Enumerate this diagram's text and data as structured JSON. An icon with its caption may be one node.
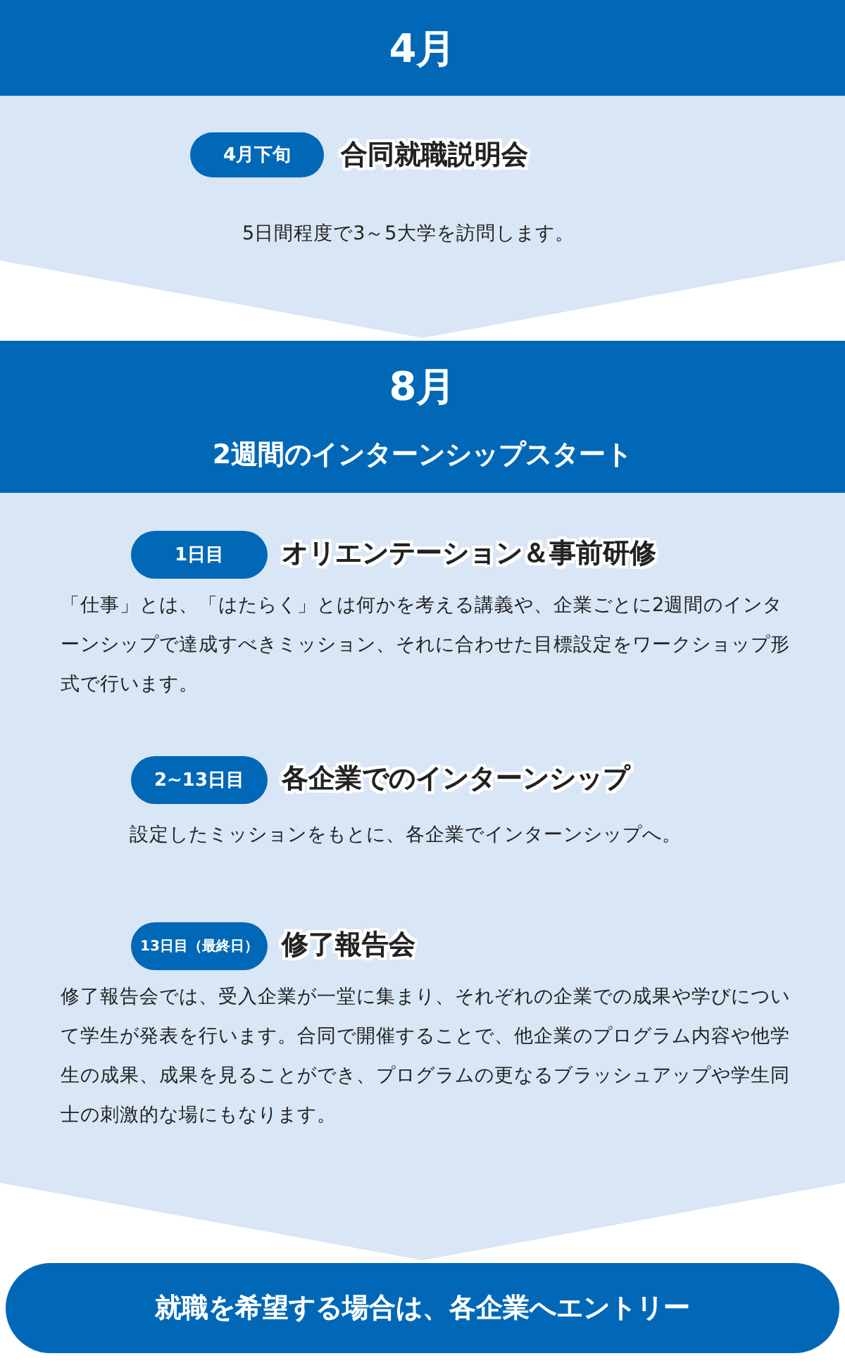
{
  "diagram": {
    "nodes": [
      {
        "text": [
          "4月"
        ]
      },
      {
        "text": [],
        "shape": "box"
      },
      {
        "text": [
          "4月下旬"
        ],
        "in": 1,
        "beside": [
          "合同就職説明会",
          "5日間程度で3～5大学を訪問します。"
        ]
      },
      {
        "text": [
          "8月",
          "2週間のインターンシップスタート"
        ]
      },
      {
        "text": [],
        "shape": "box"
      },
      {
        "text": [
          "1日目"
        ],
        "in": 4,
        "beside": [
          "オリエンテーション＆事前研修",
          "「仕事」とは、「はたらく」とは何かを考える講義や、企業ごとに2週間のインターンシップで達成すべきミッション、それに合わせた目標設定をワークショップ形式で行います。"
        ]
      },
      {
        "text": [
          "2~13日目"
        ],
        "in": 4,
        "beside": [
          "各企業でのインターンシップ",
          "設定したミッションをもとに、各企業でインターンシップへ。"
        ]
      },
      {
        "text": [
          "13日目（最終日）"
        ],
        "in": 4,
        "beside": [
          "修了報告会",
          "修了報告会では、受入企業が一堂に集まり、それぞれの企業での成果や学びについて学生が発表を行います。合同で開催することで、他企業のプログラム内容や他学生の成果、成果を見ることができ、プログラムの更なるブラッシュアップや学生同士の刺激的な場にもなります。"
        ]
      },
      {
        "text": [
          "就職を希望する場合は、各企業へエントリー"
        ]
      }
    ],
    "edges": [
      {
        "from": 1,
        "to": 3,
        "arrow": "to"
      },
      {
        "from": 4,
        "to": 8,
        "arrow": "to"
      }
    ]
  }
}
